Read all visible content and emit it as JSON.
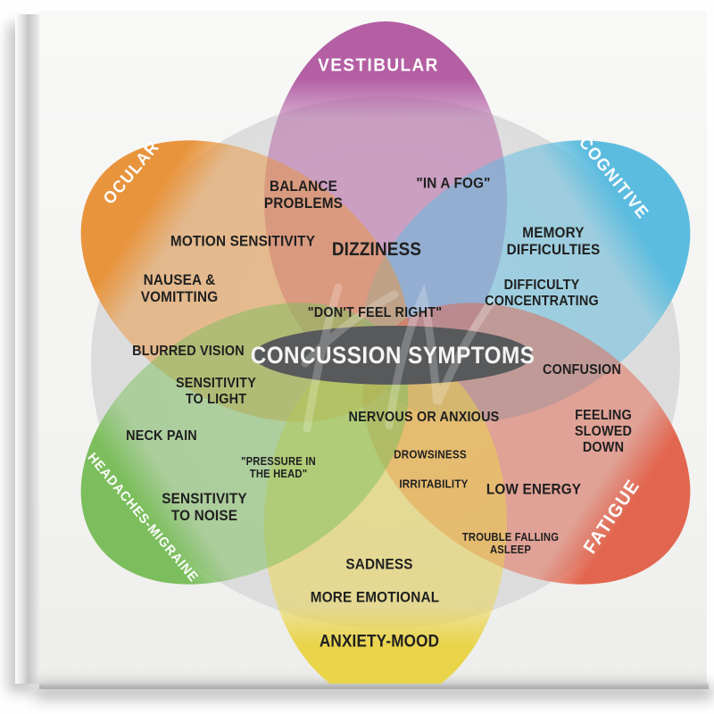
{
  "poster": {
    "center_title": "CONCUSSION SYMPTOMS",
    "categories": {
      "vestibular": {
        "label": "VESTIBULAR",
        "color": "#b45fa4"
      },
      "cognitive": {
        "label": "COGNITIVE",
        "color": "#5cbcdf"
      },
      "fatigue": {
        "label": "FATIGUE",
        "color": "#e2664f"
      },
      "anxiety_mood": {
        "label": "ANXIETY-MOOD",
        "color": "#ead44a"
      },
      "headaches_migraine": {
        "label": "HEADACHES-MIGRAINE",
        "color": "#7cbe5d"
      },
      "ocular": {
        "label": "OCULAR",
        "color": "#e8943d"
      }
    },
    "symptoms": {
      "balance_problems": "BALANCE\nPROBLEMS",
      "in_a_fog": "\"IN A FOG\"",
      "motion_sensitivity": "MOTION SENSITIVITY",
      "dizziness": "DIZZINESS",
      "memory_difficulties": "MEMORY DIFFICULTIES",
      "nausea_vomitting": "NAUSEA &\nVOMITTING",
      "difficulty_concentrating": "DIFFICULTY CONCENTRATING",
      "dont_feel_right": "\"DON'T FEEL RIGHT\"",
      "blurred_vision": "BLURRED VISION",
      "confusion": "CONFUSION",
      "sensitivity_to_light": "SENSITIVITY\nTO LIGHT",
      "nervous_or_anxious": "NERVOUS OR ANXIOUS",
      "feeling_slowed_down": "FEELING SLOWED DOWN",
      "neck_pain": "NECK PAIN",
      "pressure_in_head": "\"PRESSURE IN\nTHE HEAD\"",
      "drowsiness": "DROWSINESS",
      "irritability": "IRRITABILITY",
      "low_energy": "LOW ENERGY",
      "sensitivity_to_noise": "SENSITIVITY\nTO NOISE",
      "trouble_falling_asleep": "TROUBLE FALLING\nASLEEP",
      "sadness": "SADNESS",
      "more_emotional": "MORE EMOTIONAL"
    },
    "colors": {
      "center_ellipse": "#58595b",
      "background_circle": "#dcdcdc",
      "canvas_face": "#f4f4f2",
      "symptom_text": "#1f1f1f",
      "category_text": "#fdfdfd"
    }
  }
}
